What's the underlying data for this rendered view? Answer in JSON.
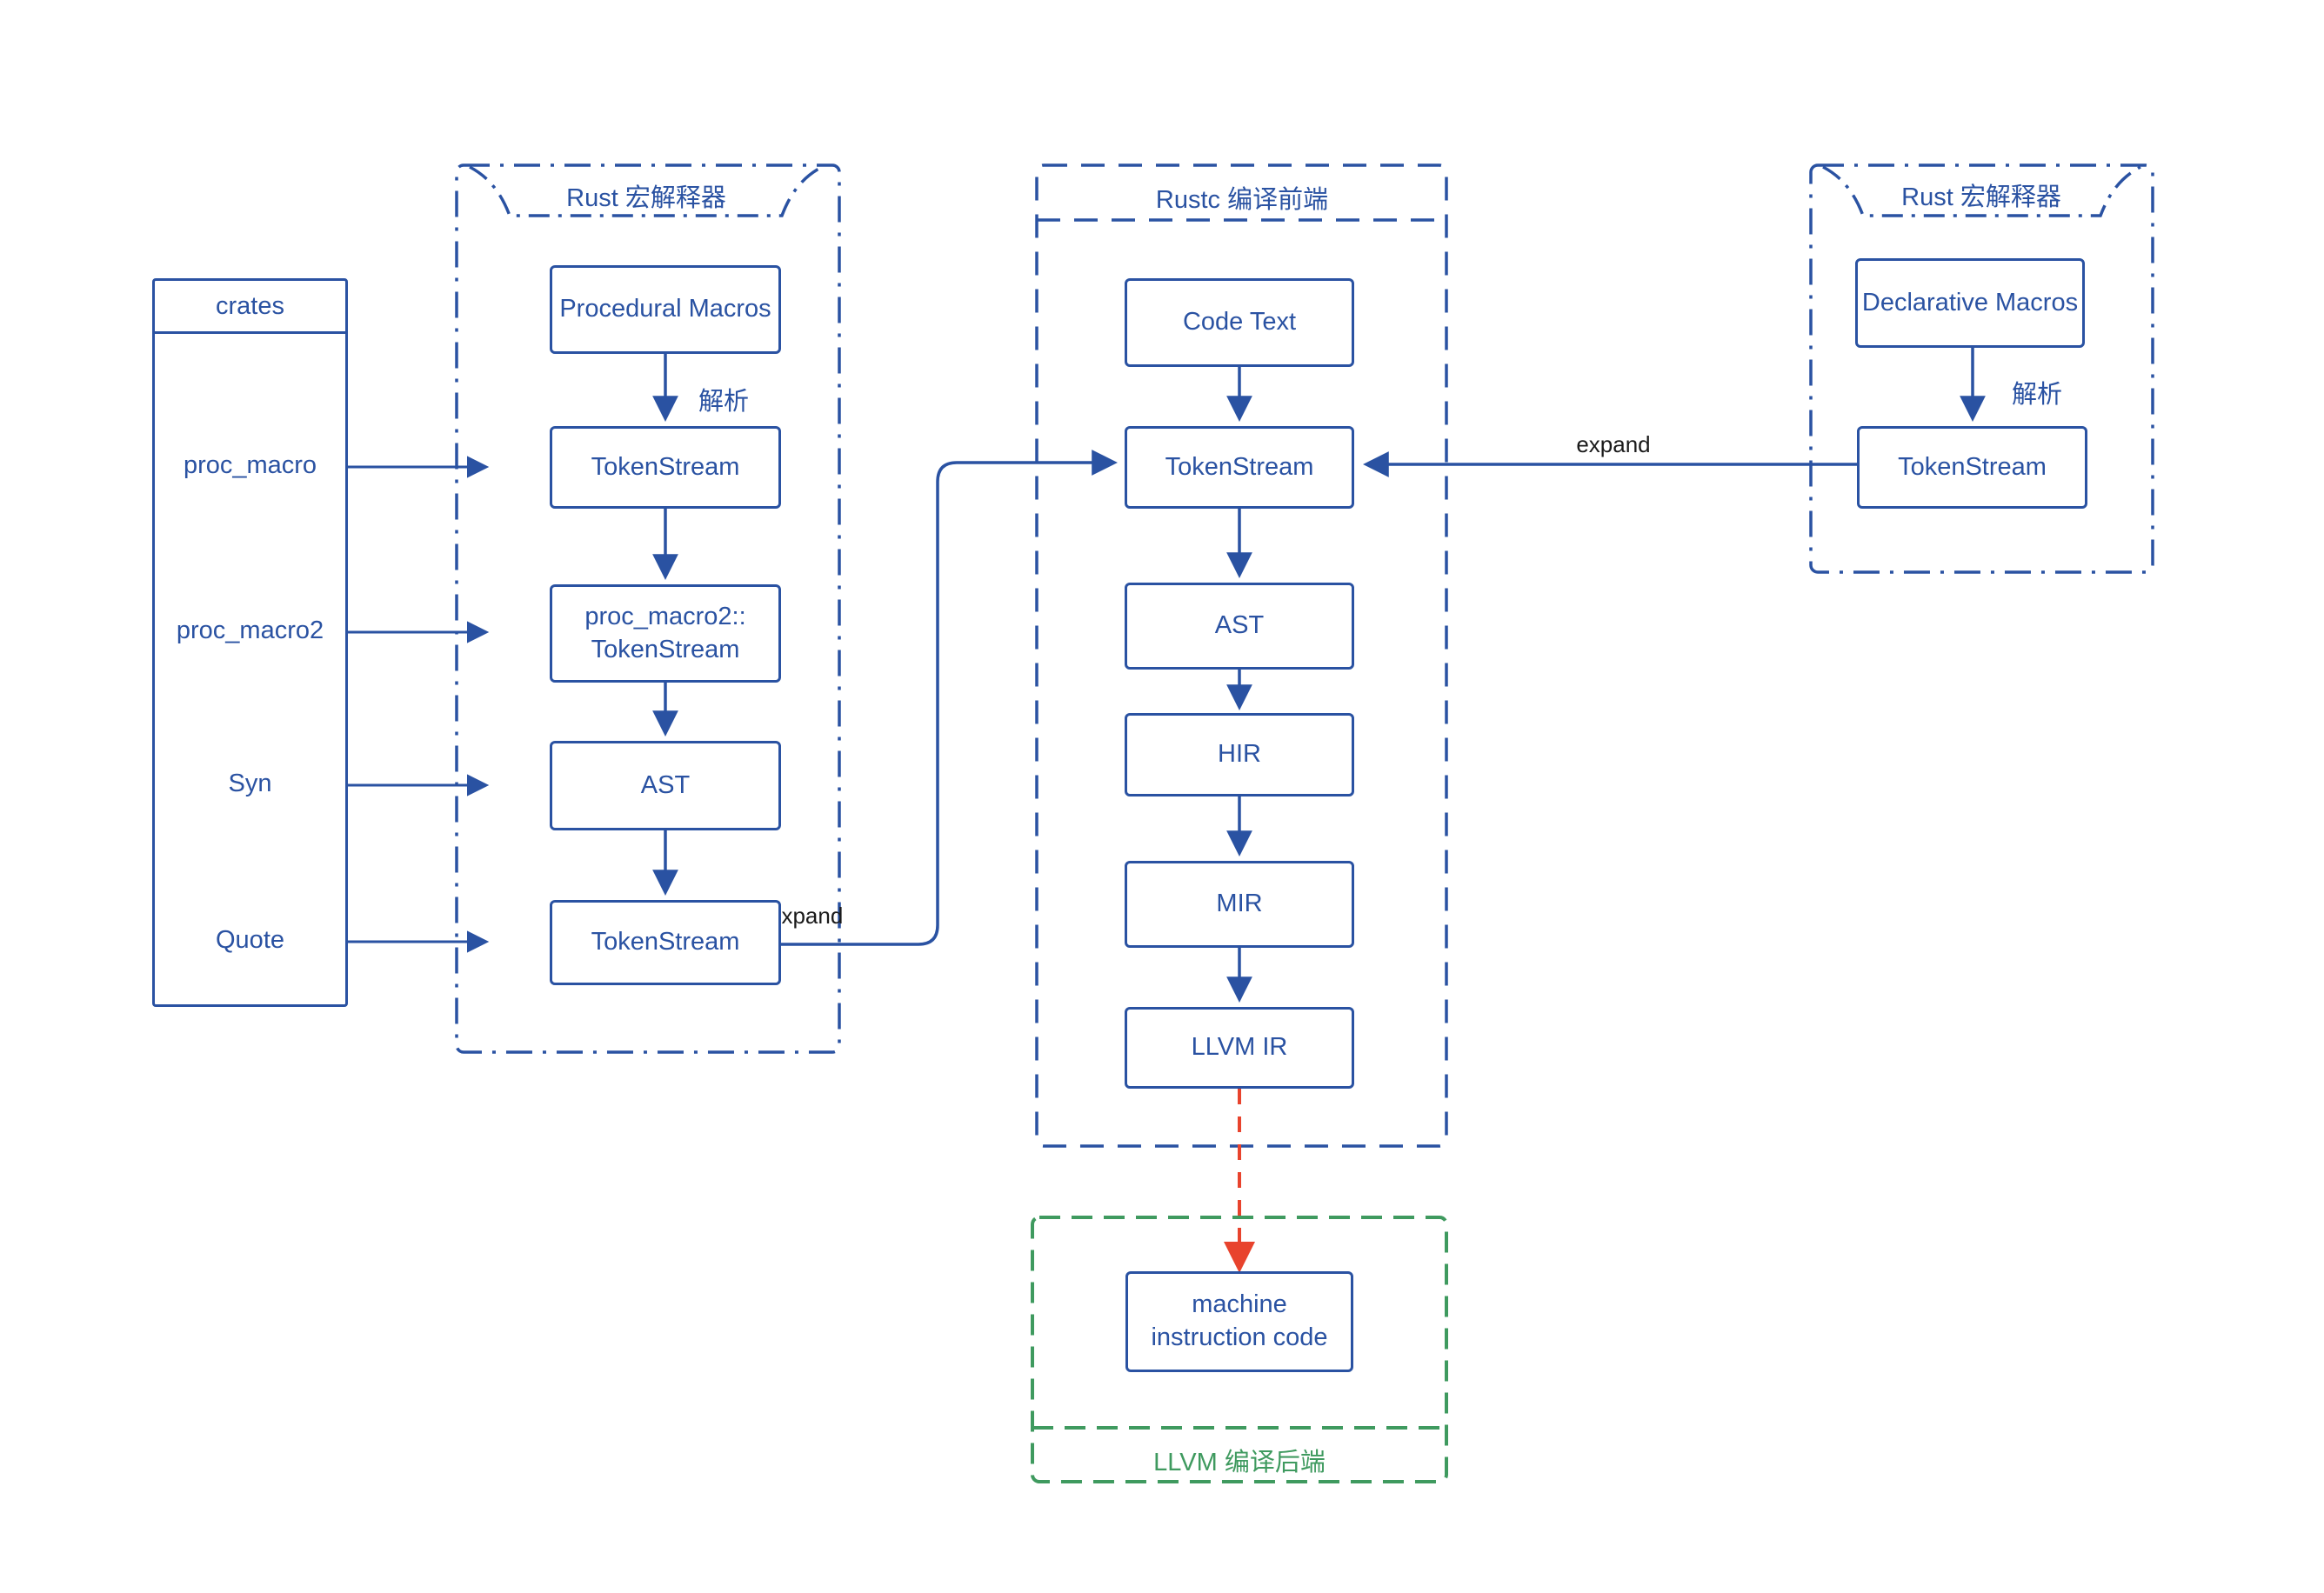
{
  "colors": {
    "blue": "#2A52A2",
    "red": "#E8432D",
    "green": "#3F9A5F",
    "expand_label_black": "#1A1A1A",
    "background": "#FFFFFF"
  },
  "crates": {
    "title": "crates",
    "items": [
      {
        "label": "proc_macro"
      },
      {
        "label": "proc_macro2"
      },
      {
        "label": "Syn"
      },
      {
        "label": "Quote"
      }
    ]
  },
  "left_container": {
    "title": "Rust 宏解释器",
    "procedural_macros": "Procedural Macros",
    "tokenstream_top": "TokenStream",
    "pm2_line1": "proc_macro2::",
    "pm2_line2": "TokenStream",
    "ast": "AST",
    "tokenstream_bottom": "TokenStream",
    "parse_label": "解析",
    "expand_label": "expand"
  },
  "middle_container": {
    "title": "Rustc 编译前端",
    "code_text": "Code Text",
    "tokenstream": "TokenStream",
    "ast": "AST",
    "hir": "HIR",
    "mir": "MIR",
    "llvm_ir": "LLVM IR"
  },
  "right_container": {
    "title": "Rust 宏解释器",
    "declarative_macros": "Declarative Macros",
    "tokenstream": "TokenStream",
    "parse_label": "解析",
    "expand_label": "expand"
  },
  "backend_container": {
    "title": "LLVM 编译后端",
    "machine_line1": "machine",
    "machine_line2": "instruction code"
  }
}
